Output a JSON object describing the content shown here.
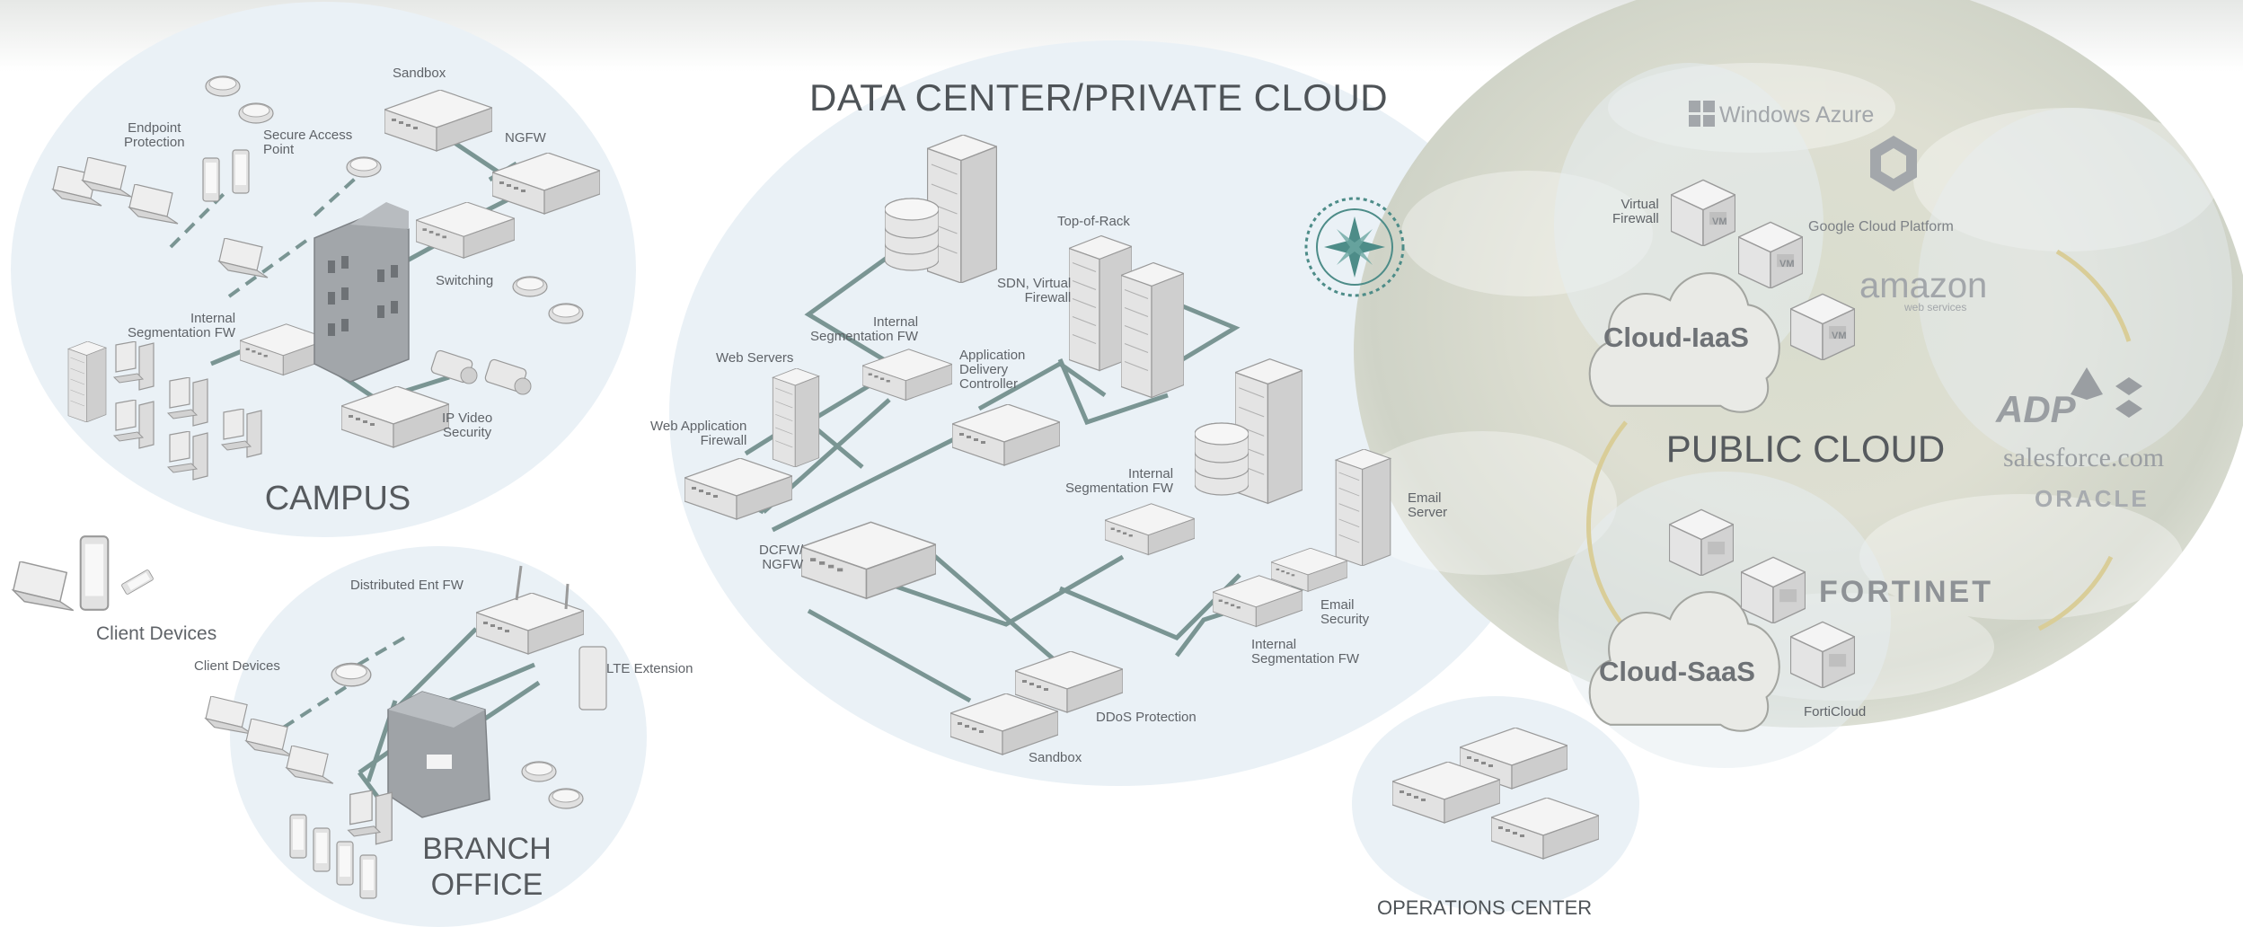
{
  "zones": {
    "campus": "CAMPUS",
    "branch": "BRANCH\nOFFICE",
    "datacenter": "DATA CENTER/PRIVATE CLOUD",
    "public_cloud": "PUBLIC CLOUD",
    "operations": "OPERATIONS CENTER"
  },
  "campus_labels": {
    "sandbox": "Sandbox",
    "endpoint_protection": "Endpoint\nProtection",
    "secure_access_point": "Secure Access\nPoint",
    "ngfw": "NGFW",
    "switching": "Switching",
    "internal_seg_fw": "Internal\nSegmentation FW",
    "ip_video_security": "IP Video\nSecurity"
  },
  "client_devices_label": "Client Devices",
  "branch_labels": {
    "distributed_ent_fw": "Distributed Ent FW",
    "client_devices": "Client Devices",
    "lte_extension": "LTE Extension"
  },
  "datacenter_labels": {
    "top_of_rack": "Top-of-Rack",
    "sdn_virtual_firewall": "SDN, Virtual\nFirewall",
    "internal_seg_fw_top": "Internal\nSegmentation FW",
    "web_servers": "Web Servers",
    "adc": "Application\nDelivery\nController",
    "waf": "Web Application\nFirewall",
    "dcfw_ngfw": "DCFW/\nNGFW",
    "internal_seg_fw_mid": "Internal\nSegmentation FW",
    "email_server": "Email\nServer",
    "email_security": "Email\nSecurity",
    "internal_seg_fw_low": "Internal\nSegmentation FW",
    "ddos_protection": "DDoS Protection",
    "sandbox": "Sandbox"
  },
  "cloud_labels": {
    "windows_azure": "Windows Azure",
    "virtual_firewall": "Virtual\nFirewall",
    "google_cloud": "Google Cloud Platform",
    "amazon": "amazon",
    "amazon_sub": "web services",
    "cloud_iaas": "Cloud-IaaS",
    "adp": "ADP",
    "salesforce": "salesforce.com",
    "oracle": "ORACLE",
    "fortinet": "FORTINET",
    "cloud_saas": "Cloud-SaaS",
    "forticloud": "FortiCloud",
    "vm": "VM"
  },
  "colors": {
    "line": "#7a9593",
    "zone_fill": "#e8eff5",
    "device_light": "#f2f2f2",
    "device_shade": "#cfcfcf",
    "device_edge": "#9a9a9a",
    "building": "#8f9397",
    "accent_teal": "#4d8c88",
    "cloud_gold": "#d9cd98"
  }
}
